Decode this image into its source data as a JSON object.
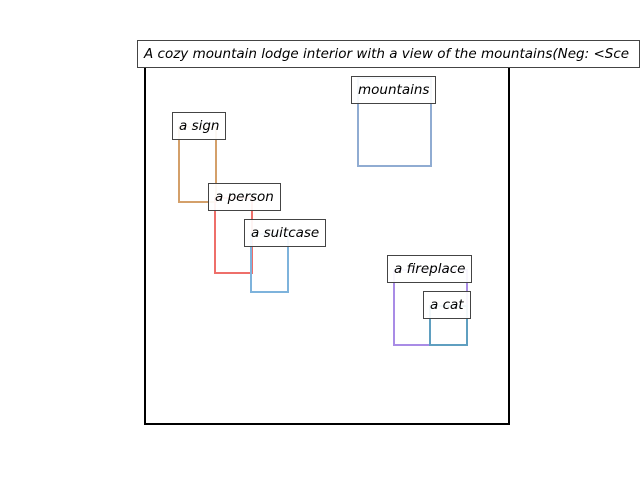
{
  "caption": "A cozy mountain lodge interior with a view of the mountains(Neg: <Sce",
  "boxes": [
    {
      "label": "a sign",
      "color": "#d4a06a"
    },
    {
      "label": "a person",
      "color": "#ee6f6a"
    },
    {
      "label": "a suitcase",
      "color": "#7eb3dc"
    },
    {
      "label": "mountains",
      "color": "#90acd2"
    },
    {
      "label": "a fireplace",
      "color": "#a98ce6"
    },
    {
      "label": "a cat",
      "color": "#5f9fc0"
    }
  ]
}
